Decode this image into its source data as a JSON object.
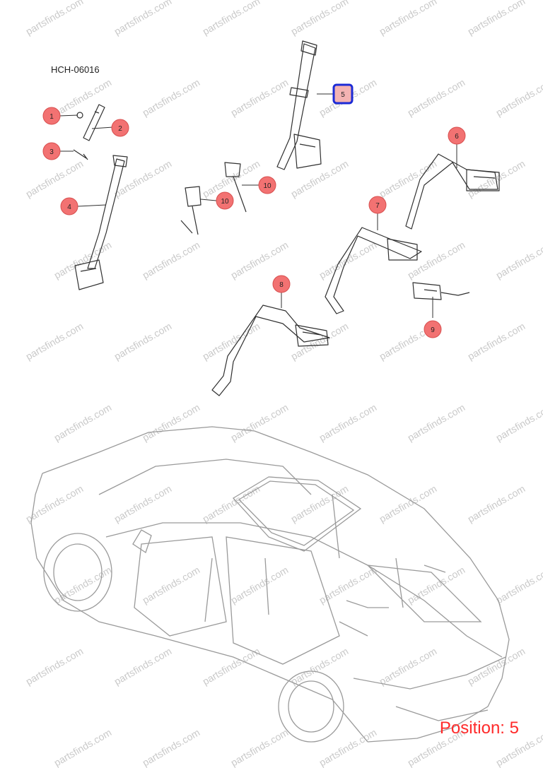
{
  "diagram": {
    "code": "HCH-06016",
    "position_label": "Position: 5",
    "watermark": "partsfinds.com",
    "callouts": [
      {
        "label": "1",
        "selected": false
      },
      {
        "label": "2",
        "selected": false
      },
      {
        "label": "3",
        "selected": false
      },
      {
        "label": "4",
        "selected": false
      },
      {
        "label": "5",
        "selected": true
      },
      {
        "label": "6",
        "selected": false
      },
      {
        "label": "7",
        "selected": false
      },
      {
        "label": "8",
        "selected": false
      },
      {
        "label": "9",
        "selected": false
      },
      {
        "label": "10",
        "selected": false
      },
      {
        "label": "10",
        "selected": false
      }
    ]
  },
  "colors": {
    "callout_fill": "#f27272",
    "callout_stroke": "#d84f4f",
    "selected_stroke": "#1c2bd6",
    "selected_fill": "#f4b3b3",
    "position_text": "#ff2a2a",
    "line": "#303030",
    "car_line": "#9a9a9a",
    "watermark": "#c9c9c9"
  }
}
